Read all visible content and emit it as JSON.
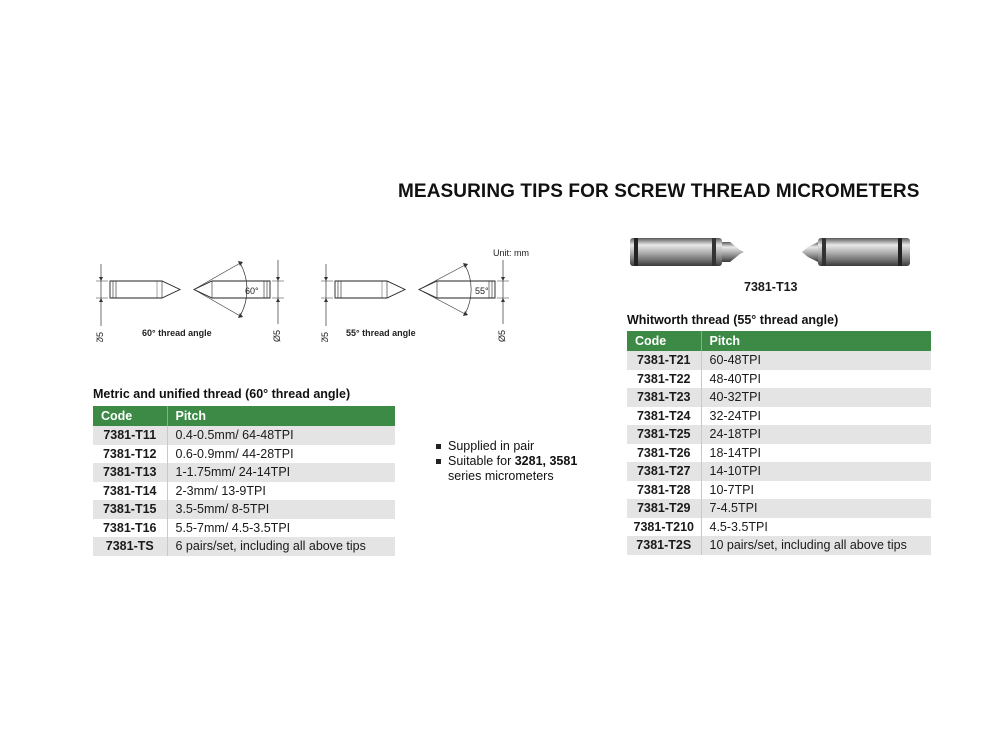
{
  "page_title": "MEASURING TIPS FOR SCREW THREAD MICROMETERS",
  "unit_note": "Unit: mm",
  "diagrams": [
    {
      "angle_label": "60°",
      "caption": "60° thread angle",
      "dia_left": "Ø5",
      "dia_right": "Ø5"
    },
    {
      "angle_label": "55°",
      "caption": "55° thread angle",
      "dia_left": "Ø5",
      "dia_right": "Ø5"
    }
  ],
  "metric_section": {
    "title": "Metric and unified thread (60° thread angle)",
    "headers": [
      "Code",
      "Pitch"
    ],
    "rows": [
      {
        "code": "7381-T11",
        "pitch": "0.4-0.5mm/ 64-48TPI"
      },
      {
        "code": "7381-T12",
        "pitch": "0.6-0.9mm/ 44-28TPI"
      },
      {
        "code": "7381-T13",
        "pitch": "1-1.75mm/ 24-14TPI"
      },
      {
        "code": "7381-T14",
        "pitch": "2-3mm/ 13-9TPI"
      },
      {
        "code": "7381-T15",
        "pitch": "3.5-5mm/ 8-5TPI"
      },
      {
        "code": "7381-T16",
        "pitch": "5.5-7mm/ 4.5-3.5TPI"
      },
      {
        "code": "7381-TS",
        "pitch": "6 pairs/set, including all above tips"
      }
    ]
  },
  "notes": {
    "item1": "Supplied in pair",
    "item2_prefix": "Suitable for ",
    "item2_models": "3281, 3581",
    "item2_suffix": "series micrometers"
  },
  "product_photo": {
    "caption": "7381-T13"
  },
  "whitworth_section": {
    "title": "Whitworth thread (55° thread angle)",
    "headers": [
      "Code",
      "Pitch"
    ],
    "rows": [
      {
        "code": "7381-T21",
        "pitch": "60-48TPI"
      },
      {
        "code": "7381-T22",
        "pitch": "48-40TPI"
      },
      {
        "code": "7381-T23",
        "pitch": "40-32TPI"
      },
      {
        "code": "7381-T24",
        "pitch": "32-24TPI"
      },
      {
        "code": "7381-T25",
        "pitch": "24-18TPI"
      },
      {
        "code": "7381-T26",
        "pitch": "18-14TPI"
      },
      {
        "code": "7381-T27",
        "pitch": "14-10TPI"
      },
      {
        "code": "7381-T28",
        "pitch": "10-7TPI"
      },
      {
        "code": "7381-T29",
        "pitch": "7-4.5TPI"
      },
      {
        "code": "7381-T210",
        "pitch": "4.5-3.5TPI"
      },
      {
        "code": "7381-T2S",
        "pitch": "10 pairs/set, including all above tips"
      }
    ]
  },
  "colors": {
    "header_green": "#3c8a45",
    "row_shade": "#e4e4e4"
  }
}
